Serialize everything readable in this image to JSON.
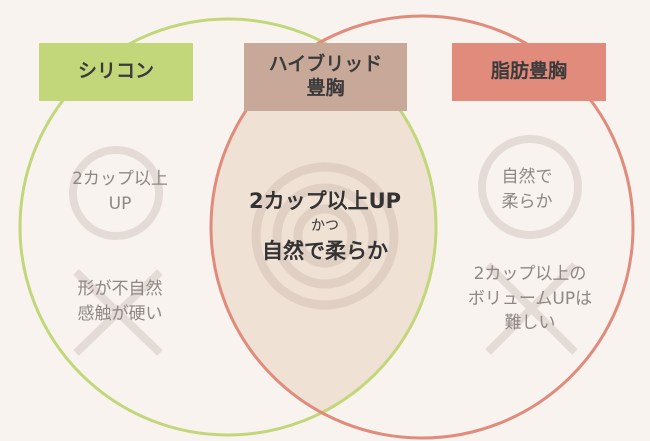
{
  "labels": {
    "silicone": "シリコン",
    "hybrid_line1": "ハイブリッド",
    "hybrid_line2": "豊胸",
    "fat": "脂肪豊胸"
  },
  "silicone": {
    "merit_line1": "2カップ以上",
    "merit_line2": "UP",
    "demerit_line1": "形が不自然",
    "demerit_line2": "感触が硬い"
  },
  "hybrid": {
    "line1": "2カップ以上UP",
    "line2": "かつ",
    "line3": "自然で柔らか"
  },
  "fat": {
    "merit_line1": "自然で",
    "merit_line2": "柔らか",
    "demerit_line1": "2カップ以上の",
    "demerit_line2": "ボリュームUPは",
    "demerit_line3": "難しい"
  },
  "colors": {
    "background": "#f8f3ef",
    "silicone_accent": "#c2d67a",
    "hybrid_accent": "#c8a898",
    "fat_accent": "#e08b7c",
    "mark": "#e5dbd6"
  },
  "icons": {
    "merit_mark": "circle-mark",
    "demerit_mark": "cross-mark",
    "hybrid_mark": "double-circle-mark"
  }
}
